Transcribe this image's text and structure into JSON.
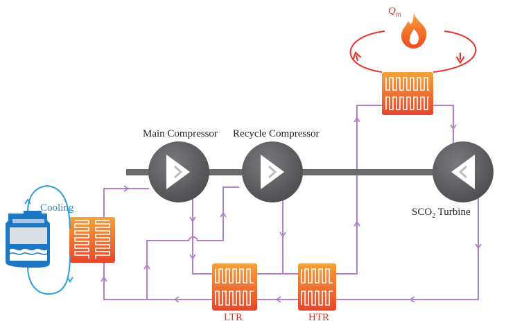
{
  "heat_input": {
    "symbol": "Q",
    "subscript": "in"
  },
  "labels": {
    "main_compressor": "Main Compressor",
    "recycle_compressor": "Recycle Compressor",
    "turbine_prefix": "SCO",
    "turbine_sub": "2",
    "turbine_suffix": " Turbine",
    "cooling": "Cooling",
    "ltr": "LTR",
    "htr": "HTR"
  },
  "colors": {
    "flow_line": "#b27fc8",
    "shaft": "#6b6b6b",
    "machine": "#5a5a5d",
    "heat_exchanger": "#f07a30",
    "heat_loop": "#e8322a",
    "cooling_loop": "#2a9fd8",
    "text_blue": "#2a8fd0",
    "text_red": "#e03020",
    "flame": "#f46a24",
    "tank": "#1d78c3"
  },
  "icons": {
    "flame": "flame-icon",
    "cooling_tower": "cooling-tower-icon"
  }
}
